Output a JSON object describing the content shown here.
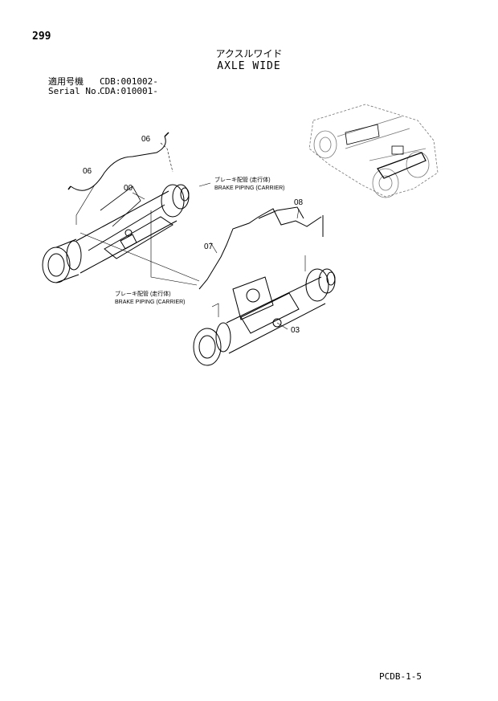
{
  "page": {
    "number": "299",
    "title_jp": "アクスルワイド",
    "title_en": "AXLE WIDE",
    "footer_code": "PCDB-1-5"
  },
  "applicability": {
    "models_label": "適用号機",
    "models_value": "CDB:001002-",
    "serial_label": "Serial No.",
    "serial_value": "CDA:010001-"
  },
  "callouts": {
    "c06_upper": "06",
    "c06_lower": "06",
    "c00": "00",
    "c08": "08",
    "c07": "07",
    "c03": "03"
  },
  "notes": {
    "brake_upper_jp": "ブレーキ配管 (走行体)",
    "brake_upper_en": "BRAKE PIPING (CARRIER)",
    "brake_lower_jp": "ブレーキ配管 (走行体)",
    "brake_lower_en": "BRAKE PIPING (CARRIER)"
  }
}
